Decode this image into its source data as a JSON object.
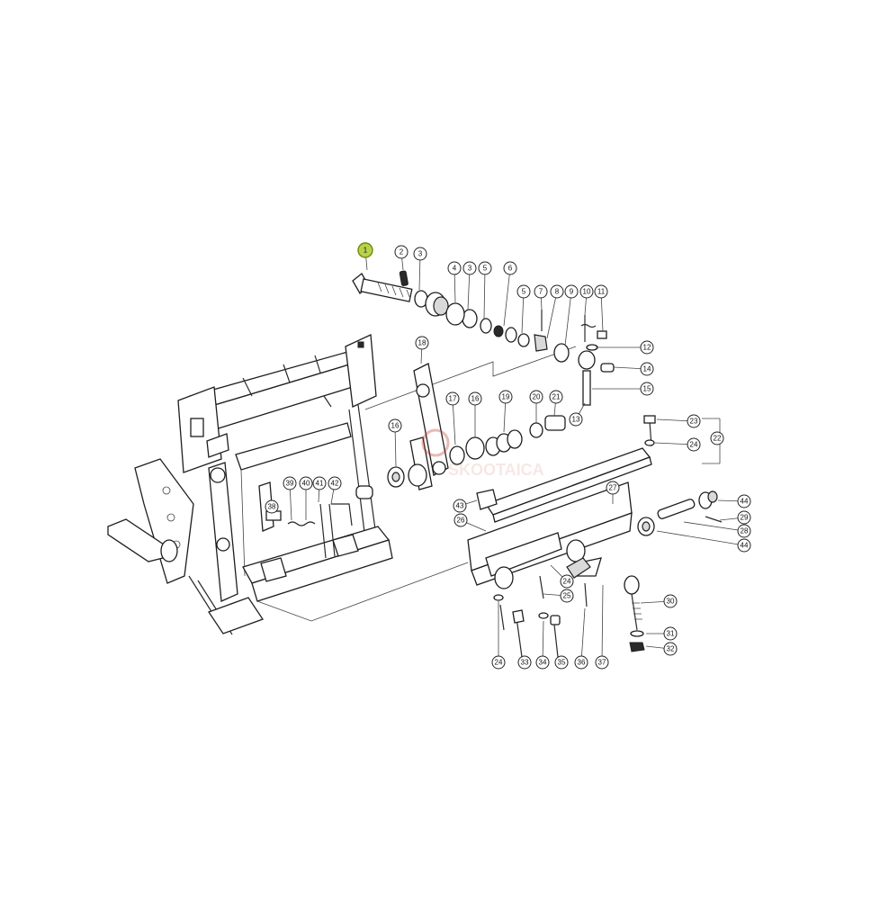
{
  "diagram": {
    "highlight_color": "#b8d24a",
    "callouts": [
      {
        "id": "c1",
        "label": "1",
        "highlighted": true
      },
      {
        "id": "c2",
        "label": "2"
      },
      {
        "id": "c3",
        "label": "3"
      },
      {
        "id": "c4",
        "label": "4"
      },
      {
        "id": "c3b",
        "label": "3"
      },
      {
        "id": "c5",
        "label": "5"
      },
      {
        "id": "c6",
        "label": "6"
      },
      {
        "id": "c5b",
        "label": "5"
      },
      {
        "id": "c7",
        "label": "7"
      },
      {
        "id": "c8",
        "label": "8"
      },
      {
        "id": "c9",
        "label": "9"
      },
      {
        "id": "c10",
        "label": "10"
      },
      {
        "id": "c11",
        "label": "11"
      },
      {
        "id": "c12",
        "label": "12"
      },
      {
        "id": "c14",
        "label": "14"
      },
      {
        "id": "c15",
        "label": "15"
      },
      {
        "id": "c13",
        "label": "13"
      },
      {
        "id": "c18",
        "label": "18"
      },
      {
        "id": "c17",
        "label": "17"
      },
      {
        "id": "c16",
        "label": "16"
      },
      {
        "id": "c16b",
        "label": "16"
      },
      {
        "id": "c19",
        "label": "19"
      },
      {
        "id": "c20",
        "label": "20"
      },
      {
        "id": "c21",
        "label": "21"
      },
      {
        "id": "c23",
        "label": "23"
      },
      {
        "id": "c24",
        "label": "24"
      },
      {
        "id": "c22",
        "label": "22"
      },
      {
        "id": "c27",
        "label": "27"
      },
      {
        "id": "c43",
        "label": "43"
      },
      {
        "id": "c26",
        "label": "26"
      },
      {
        "id": "c44",
        "label": "44"
      },
      {
        "id": "c29",
        "label": "29"
      },
      {
        "id": "c28",
        "label": "28"
      },
      {
        "id": "c44b",
        "label": "44"
      },
      {
        "id": "c39",
        "label": "39"
      },
      {
        "id": "c40",
        "label": "40"
      },
      {
        "id": "c41",
        "label": "41"
      },
      {
        "id": "c42",
        "label": "42"
      },
      {
        "id": "c38",
        "label": "38"
      },
      {
        "id": "c24b",
        "label": "24"
      },
      {
        "id": "c25",
        "label": "25"
      },
      {
        "id": "c30",
        "label": "30"
      },
      {
        "id": "c31",
        "label": "31"
      },
      {
        "id": "c32",
        "label": "32"
      },
      {
        "id": "c24c",
        "label": "24"
      },
      {
        "id": "c33",
        "label": "33"
      },
      {
        "id": "c34",
        "label": "34"
      },
      {
        "id": "c35",
        "label": "35"
      },
      {
        "id": "c36",
        "label": "36"
      },
      {
        "id": "c37",
        "label": "37"
      }
    ]
  }
}
